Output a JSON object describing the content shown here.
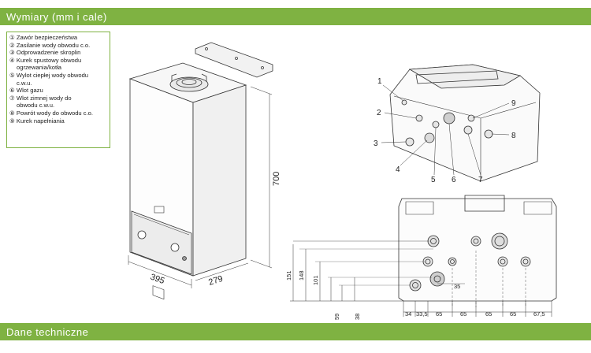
{
  "header_top": {
    "title": "Wymiary (mm i cale)"
  },
  "header_bottom": {
    "title": "Dane techniczne"
  },
  "legend": {
    "items": [
      "① Zawór bezpieczeństwa",
      "② Zasilanie wody obwodu c.o.",
      "③ Odprowadzenie skroplin",
      "④ Kurek spustowy obwodu",
      "ogrzewania/kotła",
      "⑤ Wylot ciepłej wody obwodu",
      "c.w.u.",
      "⑥ Wlot gazu",
      "⑦ Wlot zimnej wody do",
      "obwodu c.w.u.",
      "⑧ Powrót wody do obwodu c.o.",
      "⑨ Kurek napełniania"
    ]
  },
  "boiler_dims": {
    "height": "700",
    "width": "395",
    "depth": "279"
  },
  "connection_callouts": [
    "1",
    "2",
    "3",
    "4",
    "5",
    "6",
    "7",
    "8",
    "9"
  ],
  "bottom_view": {
    "vertical_dims": [
      "151",
      "148",
      "101",
      "59",
      "38"
    ],
    "offset_dim": "35",
    "horizontal_dims": [
      "34",
      "33,5",
      "65",
      "65",
      "65",
      "65",
      "67,5"
    ]
  },
  "colors": {
    "accent": "#7fb242",
    "line": "#333333"
  }
}
